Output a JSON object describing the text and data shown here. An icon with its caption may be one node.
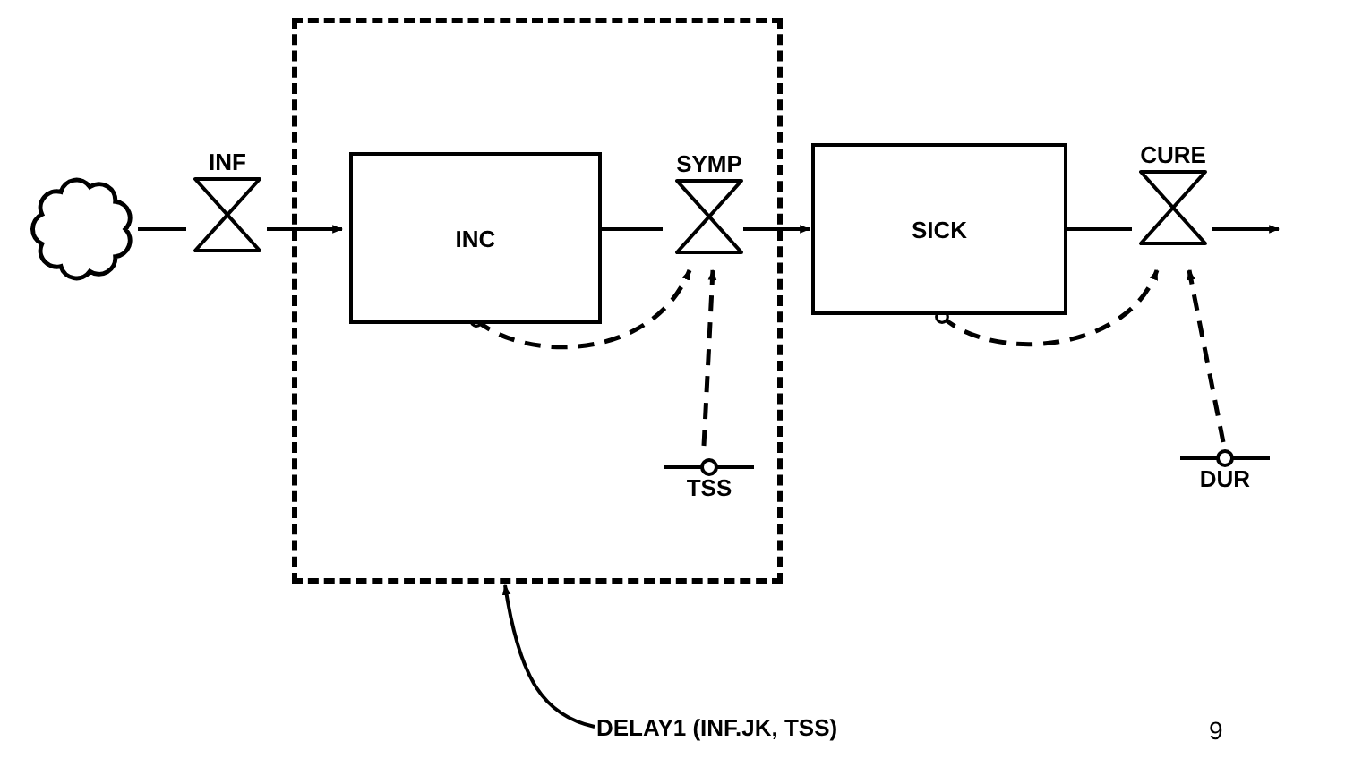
{
  "diagram": {
    "nodes": [
      {
        "text": [],
        "shape": "cloud"
      },
      {
        "text": [
          "INF"
        ]
      },
      {
        "text": [],
        "shape": "box"
      },
      {
        "text": [
          "INC"
        ],
        "in": 2
      },
      {
        "text": [
          "SYMP"
        ],
        "in": 2
      },
      {
        "text": [
          "TSS"
        ],
        "in": 2
      },
      {
        "text": [
          "SICK"
        ]
      },
      {
        "text": [
          "CURE"
        ]
      },
      {
        "text": [
          "DUR"
        ]
      },
      {
        "text": [
          "DELAY1 (INF.JK, TSS)"
        ]
      }
    ],
    "edges": [
      {
        "from": 0,
        "to": 1,
        "arrow": "none"
      },
      {
        "from": 1,
        "to": 3,
        "arrow": "to"
      },
      {
        "from": 3,
        "to": 4,
        "arrow": "none"
      },
      {
        "from": 4,
        "to": 6,
        "arrow": "to"
      },
      {
        "from": 6,
        "to": 7,
        "arrow": "none"
      },
      {
        "from": 7,
        "to": null,
        "arrow": "to"
      },
      {
        "from": 3,
        "to": 4,
        "arrow": "to",
        "style": "dashed"
      },
      {
        "from": 5,
        "to": 4,
        "arrow": "to",
        "style": "dashed"
      },
      {
        "from": 6,
        "to": 7,
        "arrow": "to",
        "style": "dashed"
      },
      {
        "from": 8,
        "to": 7,
        "arrow": "to",
        "style": "dashed"
      },
      {
        "from": 9,
        "to": 2,
        "arrow": "to"
      }
    ],
    "labels": [
      "9"
    ]
  }
}
